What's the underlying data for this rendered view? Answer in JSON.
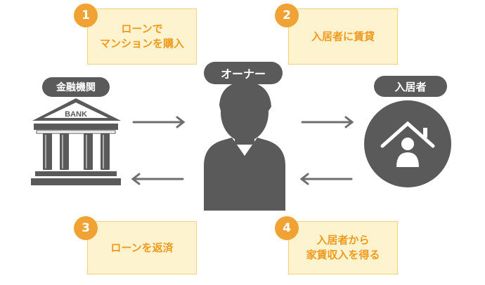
{
  "steps": [
    {
      "number": "1",
      "lines": [
        "ローンで",
        "マンションを購入"
      ]
    },
    {
      "number": "2",
      "lines": [
        "入居者に賃貸"
      ]
    },
    {
      "number": "3",
      "lines": [
        "ローンを返済"
      ]
    },
    {
      "number": "4",
      "lines": [
        "入居者から",
        "家賃収入を得る"
      ]
    }
  ],
  "actors": {
    "bank": {
      "label": "金融機関",
      "sign": "BANK",
      "icon": "bank-building-icon"
    },
    "owner": {
      "label": "オーナー",
      "icon": "person-silhouette-icon"
    },
    "tenant": {
      "label": "入居者",
      "icon": "house-person-icon"
    }
  },
  "colors": {
    "accent": "#f0a234",
    "box_fill": "#fdf3cf",
    "box_border": "#f3d27a",
    "text_orange": "#ef9a1c",
    "dark_gray": "#5a5a5a",
    "arrow": "#6e6e6e"
  }
}
